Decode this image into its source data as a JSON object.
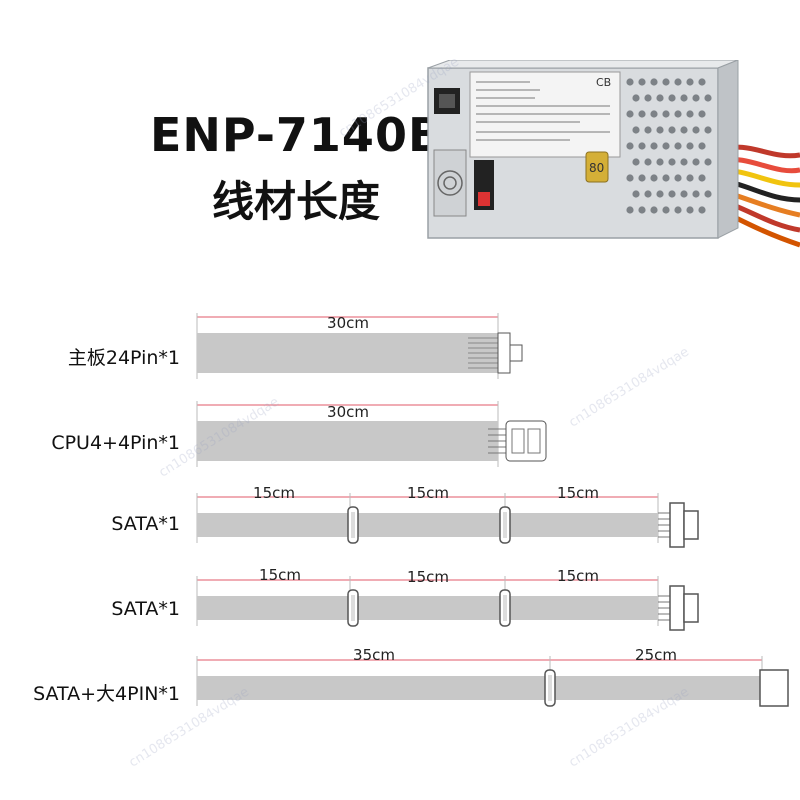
{
  "header": {
    "model": "ENP-7140B",
    "subtitle": "线材长度"
  },
  "psu_image": {
    "badge": "80",
    "cert": "CB"
  },
  "cables": [
    {
      "label": "主板24Pin*1",
      "segments": [
        "30cm"
      ]
    },
    {
      "label": "CPU4+4Pin*1",
      "segments": [
        "30cm"
      ]
    },
    {
      "label": "SATA*1",
      "segments": [
        "15cm",
        "15cm",
        "15cm"
      ]
    },
    {
      "label": "SATA*1",
      "segments": [
        "15cm",
        "15cm",
        "15cm"
      ]
    },
    {
      "label": "SATA+大4PIN*1",
      "segments": [
        "35cm",
        "25cm"
      ]
    }
  ],
  "watermark": "cn1086531084vdqae",
  "colors": {
    "cable": "#c8c8c8",
    "dimension_line": "#e05a6a",
    "title": "#111111"
  }
}
